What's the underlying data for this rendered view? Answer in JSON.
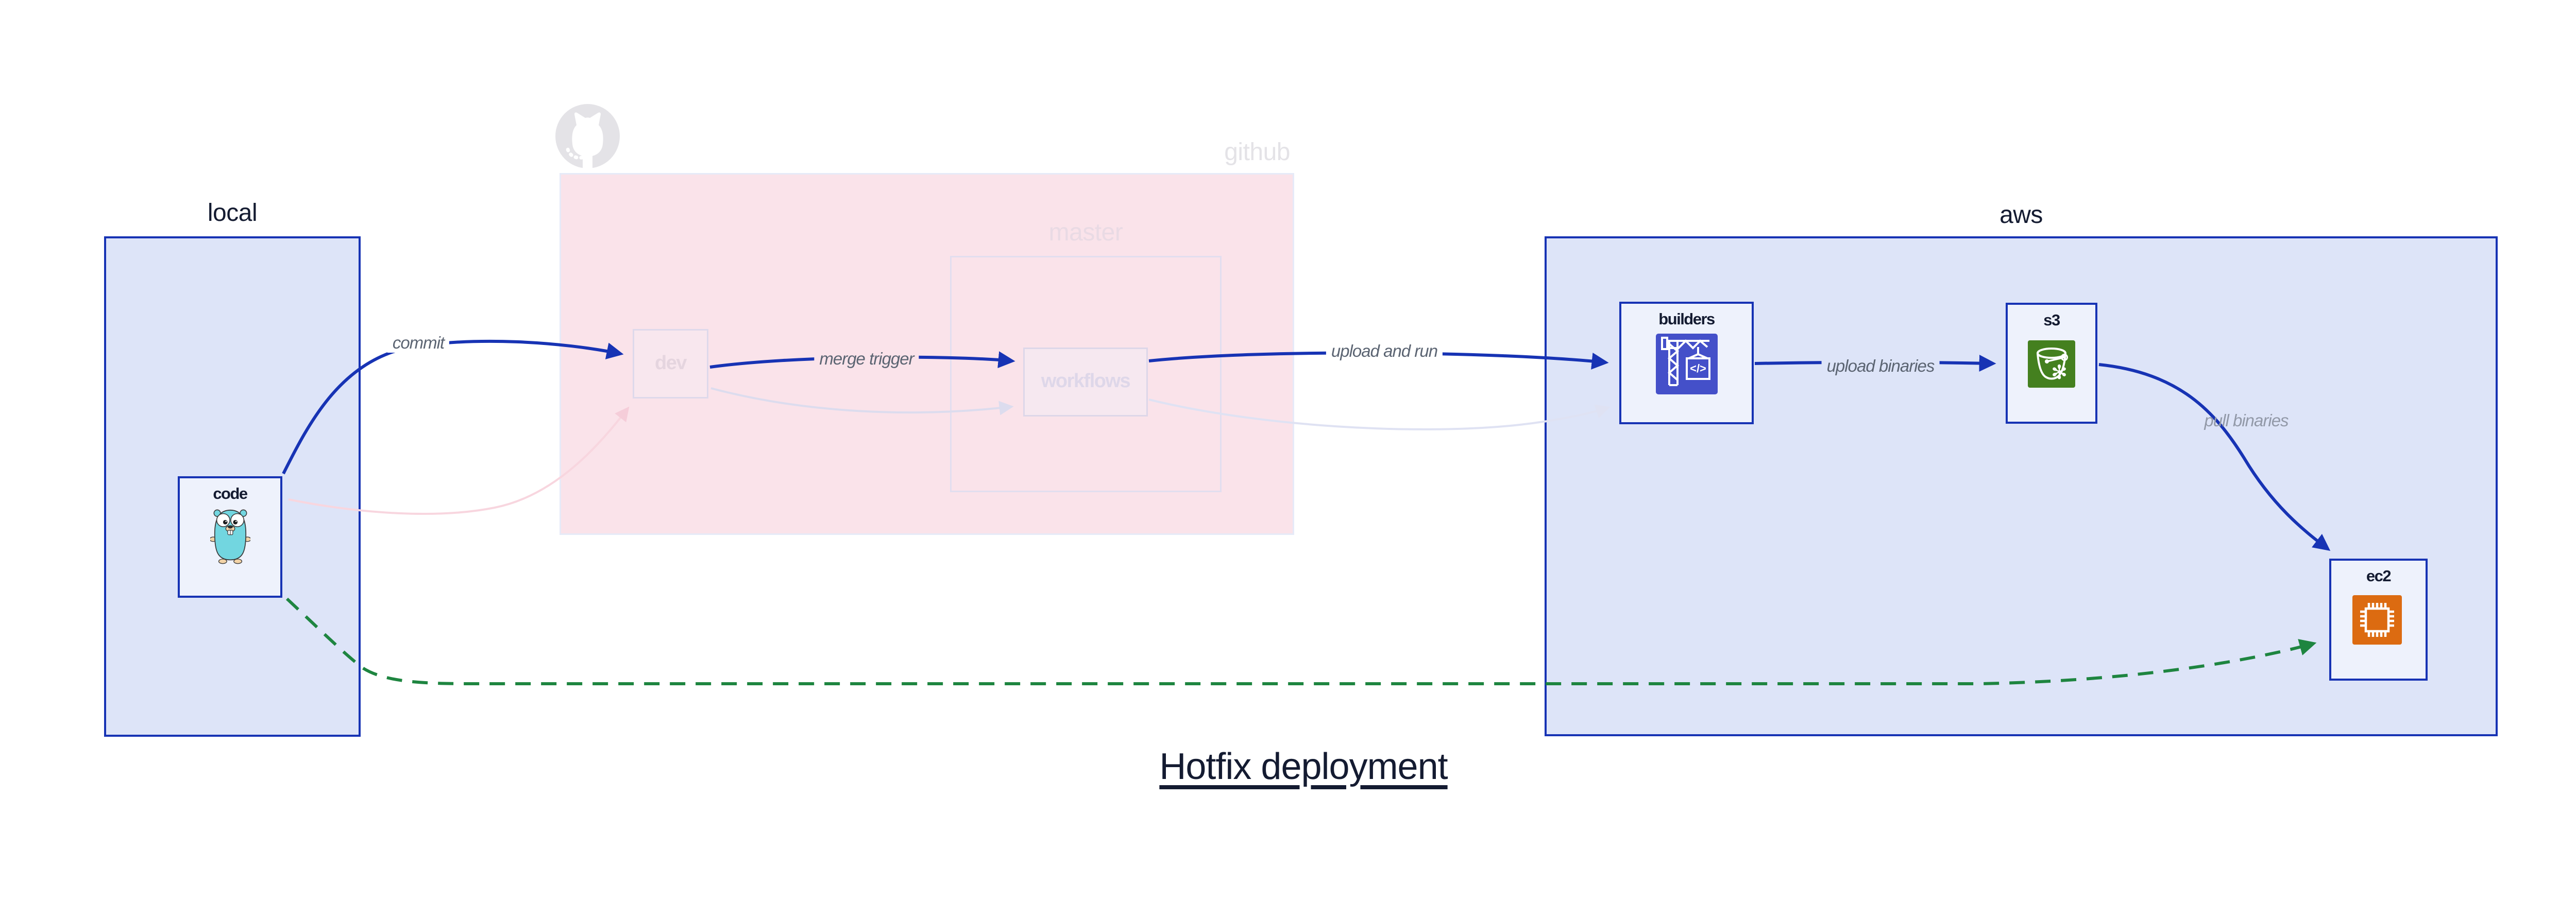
{
  "title": "Hotfix deployment",
  "regions": {
    "local": {
      "label": "local"
    },
    "github": {
      "label": "github"
    },
    "master": {
      "label": "master"
    },
    "aws": {
      "label": "aws"
    }
  },
  "nodes": {
    "code": {
      "label": "code"
    },
    "dev": {
      "label": "dev"
    },
    "workflows": {
      "label": "workflows"
    },
    "builders": {
      "label": "builders"
    },
    "s3": {
      "label": "s3"
    },
    "ec2": {
      "label": "ec2"
    }
  },
  "edges": {
    "commit": {
      "label": "commit"
    },
    "merge_trigger": {
      "label": "merge trigger"
    },
    "upload_and_run": {
      "label": "upload and run"
    },
    "upload_binaries": {
      "label": "upload binaries"
    },
    "pull_binaries": {
      "label": "pull binaries"
    },
    "hotfix_dashed": {
      "label": ""
    }
  },
  "icons": {
    "github-octocat-icon": "octocat silhouette in gray circle",
    "go-gopher-icon": "teal go gopher mascot",
    "codebuild-crane-icon": "white crane lifting code box on indigo square",
    "s3-bucket-icon": "white bucket with snowflake on green square",
    "ec2-chip-icon": "white processor chip on orange square"
  },
  "colors": {
    "accent_blue": "#1733b4",
    "hotfix_green": "#1e8540",
    "region_blue_fill": "#dde4f8",
    "github_pink_fill": "#fae3ea",
    "node_fill": "#eef2fc",
    "builders_icon": "#4450c9",
    "s3_icon": "#44801f",
    "ec2_icon": "#dc6b11",
    "faded_lavender": "#dcdcee",
    "faded_pink": "#f5cdd9",
    "label_gray": "#5b6472",
    "text_dark": "#141b31"
  }
}
